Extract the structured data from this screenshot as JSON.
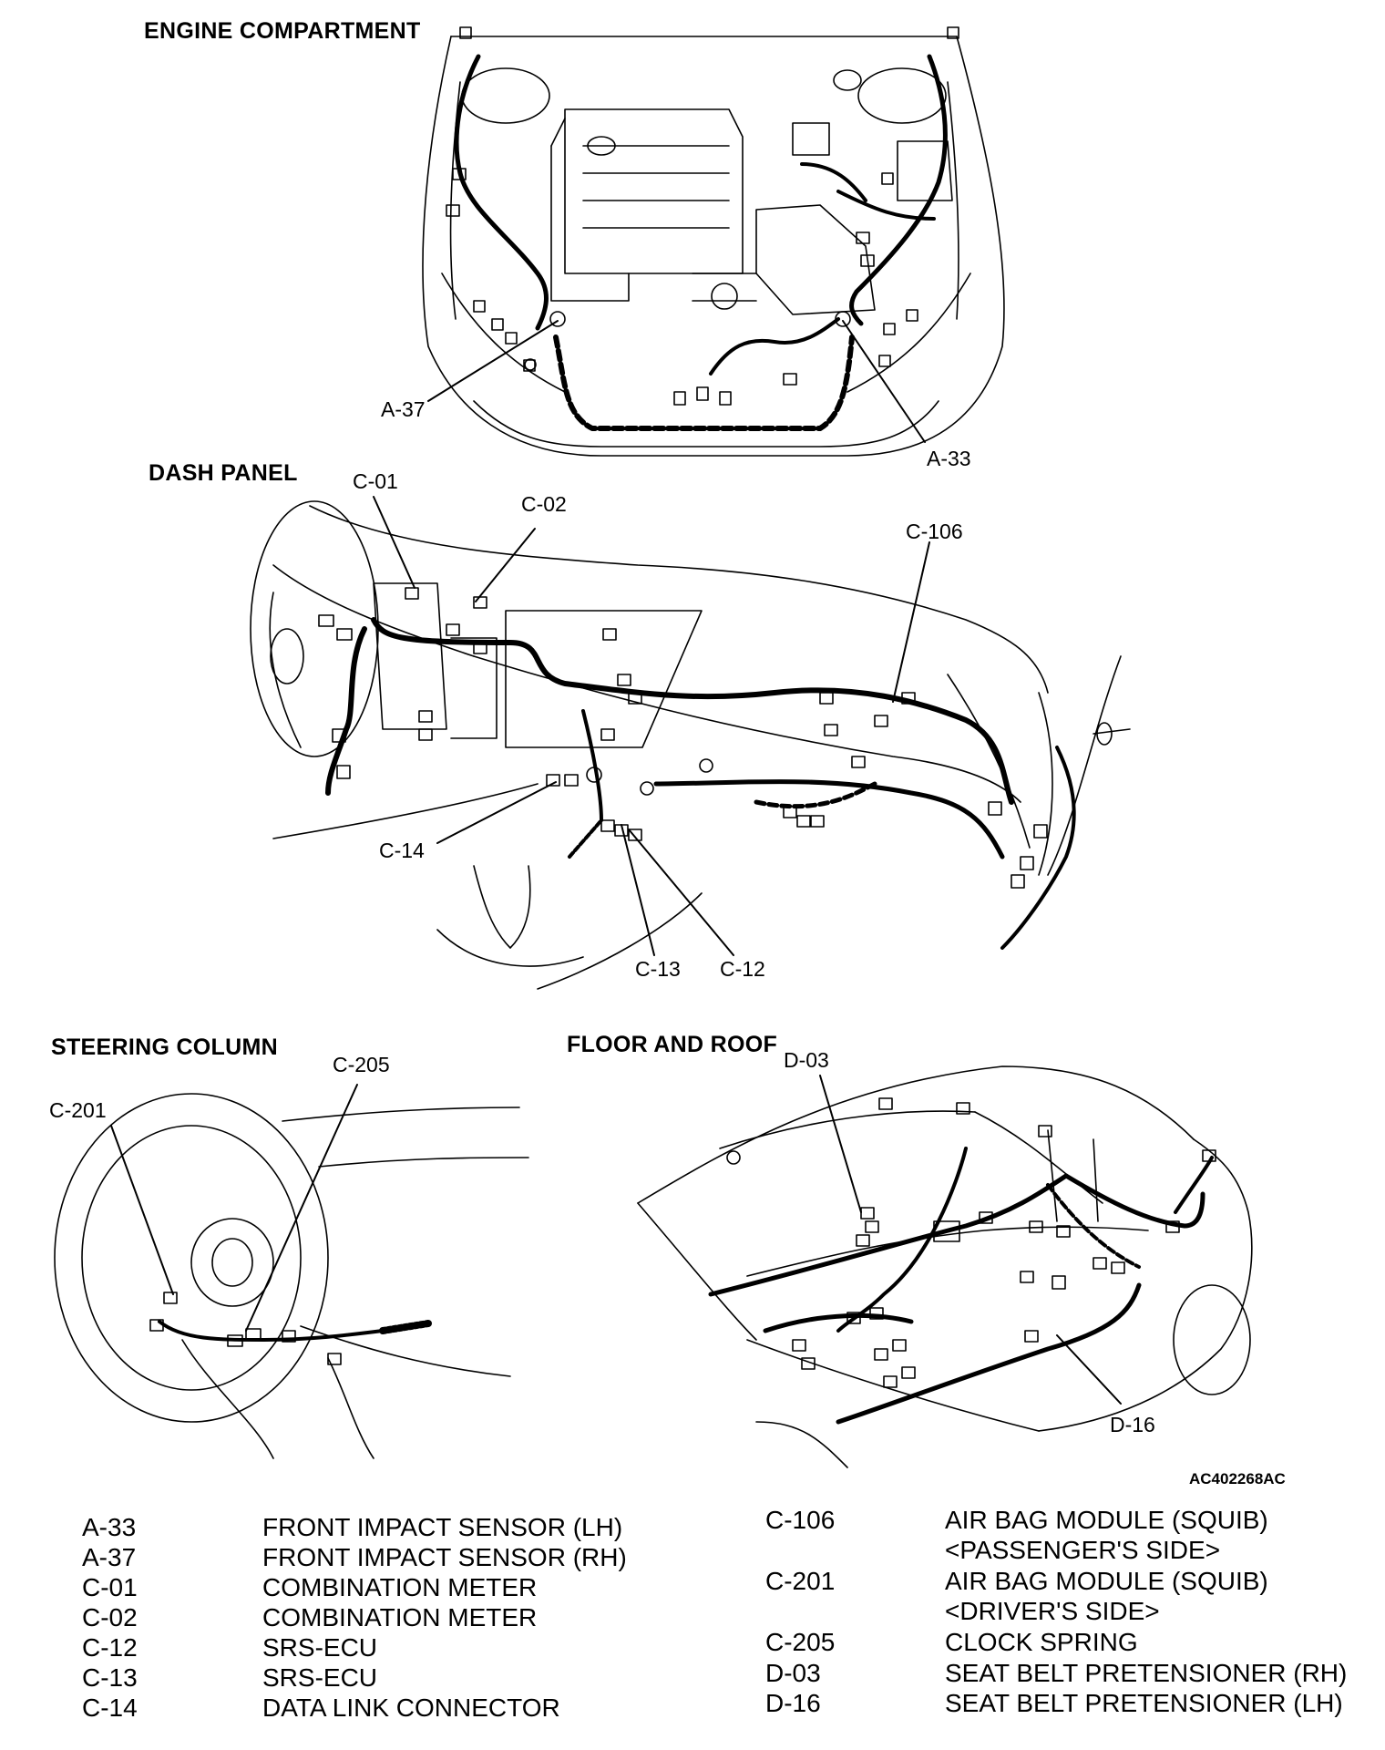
{
  "sections": {
    "engine": "ENGINE COMPARTMENT",
    "dash": "DASH PANEL",
    "steering": "STEERING COLUMN",
    "floor": "FLOOR AND ROOF"
  },
  "callouts": {
    "a37": "A-37",
    "a33": "A-33",
    "c01": "C-01",
    "c02": "C-02",
    "c106": "C-106",
    "c14": "C-14",
    "c13": "C-13",
    "c12": "C-12",
    "c201": "C-201",
    "c205": "C-205",
    "d03": "D-03",
    "d16": "D-16"
  },
  "figure_code": "AC402268AC",
  "legend_left": [
    {
      "code": "A-33",
      "desc": "FRONT IMPACT SENSOR (LH)"
    },
    {
      "code": "A-37",
      "desc": "FRONT IMPACT SENSOR (RH)"
    },
    {
      "code": "C-01",
      "desc": "COMBINATION METER"
    },
    {
      "code": "C-02",
      "desc": "COMBINATION METER"
    },
    {
      "code": "C-12",
      "desc": "SRS-ECU"
    },
    {
      "code": "C-13",
      "desc": "SRS-ECU"
    },
    {
      "code": "C-14",
      "desc": "DATA LINK CONNECTOR"
    }
  ],
  "legend_right": [
    {
      "code": "C-106",
      "desc": "AIR BAG MODULE (SQUIB)"
    },
    {
      "code": "",
      "desc": "<PASSENGER'S SIDE>"
    },
    {
      "code": "C-201",
      "desc": "AIR BAG MODULE (SQUIB)"
    },
    {
      "code": "",
      "desc": "<DRIVER'S SIDE>"
    },
    {
      "code": "C-205",
      "desc": "CLOCK SPRING"
    },
    {
      "code": "D-03",
      "desc": "SEAT BELT PRETENSIONER (RH)"
    },
    {
      "code": "D-16",
      "desc": "SEAT BELT PRETENSIONER (LH)"
    }
  ]
}
